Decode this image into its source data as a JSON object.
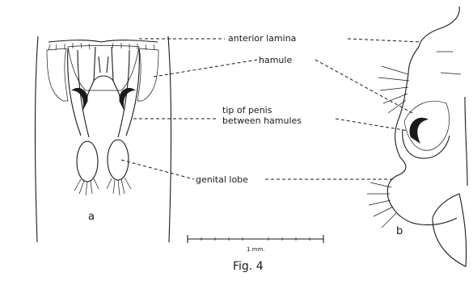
{
  "labels": {
    "anterior_lamina": "anterior lamina",
    "hamule": "hamule",
    "tip_of_penis_line1": "tip of penis",
    "tip_of_penis_line2": "between hamules",
    "genital_lobe": "genital lobe"
  },
  "panels": {
    "a": "a",
    "b": "b"
  },
  "scale_bar": {
    "label": "1 mm."
  },
  "figure_caption": "Fig. 4",
  "colors": {
    "ink": "#1a1a1a",
    "stipple": "#3a3a3a",
    "background": "#ffffff"
  }
}
